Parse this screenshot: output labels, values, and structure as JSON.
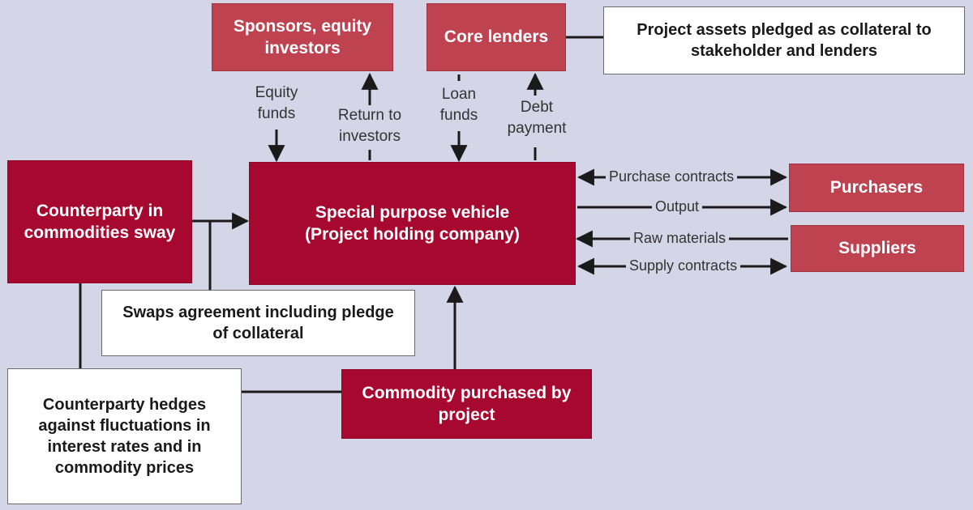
{
  "boxes": {
    "sponsors": "Sponsors, equity investors",
    "core_lenders": "Core lenders",
    "collateral_note": "Project assets pledged as collateral to stakeholder and lenders",
    "counterparty": "Counterparty in commodities sway",
    "spv_line1": "Special purpose vehicle",
    "spv_line2": "(Project holding company)",
    "purchasers": "Purchasers",
    "suppliers": "Suppliers",
    "swaps": "Swaps agreement including pledge of collateral",
    "hedges": "Counterparty hedges against fluctuations in interest rates and in commodity prices",
    "commodity": "Commodity purchased by project"
  },
  "flows": {
    "equity_l1": "Equity",
    "equity_l2": "funds",
    "return_l1": "Return to",
    "return_l2": "investors",
    "loan_l1": "Loan",
    "loan_l2": "funds",
    "debt_l1": "Debt",
    "debt_l2": "payment",
    "purchase_contracts": "Purchase contracts",
    "output": "Output",
    "raw_materials": "Raw materials",
    "supply_contracts": "Supply contracts"
  },
  "colors": {
    "background": "#d4d6e8",
    "dark_box": "#a6082f",
    "light_box": "#bf4250",
    "line": "#1a1a1a"
  }
}
